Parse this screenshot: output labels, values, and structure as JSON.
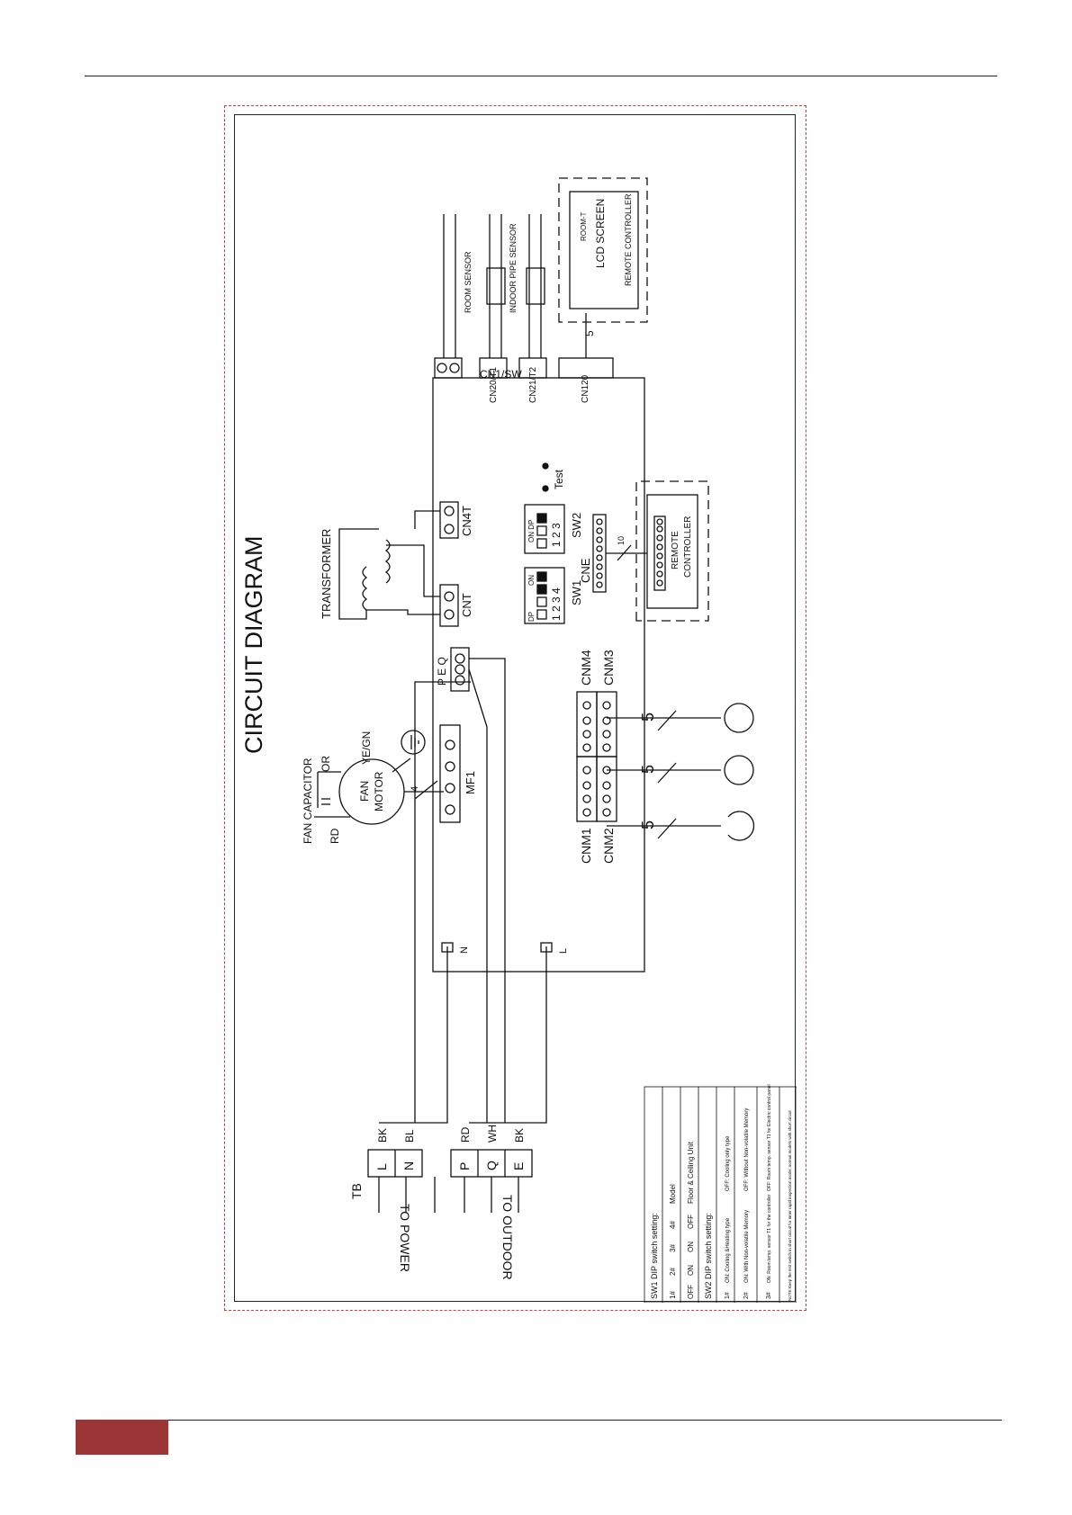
{
  "page": {
    "accent_color": "#9b3536",
    "frame_color": "#d9373b"
  },
  "diagram": {
    "title": "CIRCUIT DIAGRAM",
    "fan_capacitor": "FAN CAPACITOR",
    "wire_rd": "RD",
    "wire_or": "OR",
    "wire_yegn": "YE/GN",
    "fan_motor_1": "FAN",
    "fan_motor_2": "MOTOR",
    "fan_wire_count": "4",
    "mf1": "MF1",
    "transformer": "TRANSFORMER",
    "cn4t": "CN4T",
    "cnt": "CNT",
    "peq": "P  E  Q",
    "n_label": "N",
    "l_label": "L",
    "cn1sw": "CN1/SW",
    "cn20t1": "CN20/T1",
    "cn21t2": "CN21/T2",
    "cn120": "CN120",
    "room_sensor": "ROOM SENSOR",
    "indoor_pipe_sensor": "INDOOR PIPE SENSOR",
    "lcd_screen": "LCD SCREEN",
    "remote_controller_caps": "REMOTE CONTROLLER",
    "room_t": "ROOM-T",
    "lcd_wire_count": "5",
    "test": "Test",
    "sw2_top": "ON DP",
    "sw2_nums": "1 2 3",
    "sw2": "SW2",
    "sw1_on": "ON",
    "sw1_dp": "DP",
    "sw1_nums": "1 2 3 4",
    "sw1": "SW1",
    "cne": "CNE",
    "cne_wire_count": "10",
    "remote_1": "REMOTE",
    "remote_2": "CONTROLLER",
    "cnm4": "CNM4",
    "cnm3": "CNM3",
    "cnm1": "CNM1",
    "cnm2": "CNM2",
    "cnm_wire_count": "5",
    "tb": "TB",
    "tb_l": "L",
    "tb_n": "N",
    "tb_p": "P",
    "tb_q": "Q",
    "tb_e": "E",
    "wire_bk": "BK",
    "wire_bl": "BL",
    "wire_rd2": "RD",
    "wire_wh": "WH",
    "wire_bk2": "BK",
    "to_power": "TO POWER",
    "to_outdoor": "TO OUTDOOR"
  },
  "dip_table": {
    "sw1_heading": "SW1 DIP switch setting:",
    "sw1_header": [
      "1#",
      "2#",
      "3#",
      "4#",
      "Model"
    ],
    "sw1_row": [
      "OFF",
      "ON",
      "ON",
      "OFF",
      "Floor & Ceiling Unit"
    ],
    "sw2_heading": "SW2 DIP switch setting:",
    "sw2_rows": [
      [
        "1#",
        "ON: Cooling &Heating type",
        "OFF: Cooling only type"
      ],
      [
        "2#",
        "ON: With Non-volatile Memory",
        "OFF: Without Non-volatile Memory"
      ],
      [
        "3#",
        "ON: Room temp. sensor T1 for the controller",
        "OFF: Room temp. sensor T1 for Electric control panel"
      ]
    ],
    "note": "NOTE:Keep the test switch in short circuit for inner rapid inspection mode; normal models with short circuit"
  }
}
